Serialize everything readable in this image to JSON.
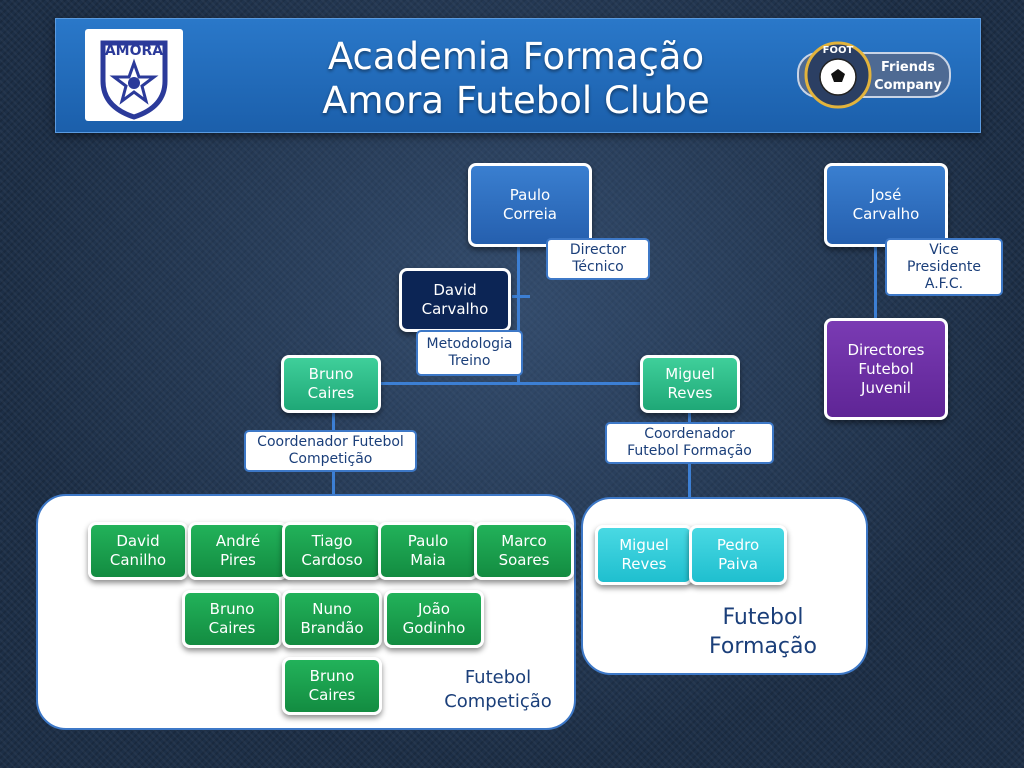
{
  "header": {
    "title_line1": "Academia Formação",
    "title_line2": "Amora Futebol Clube",
    "logo_left_text": "AMORA",
    "logo_right_top": "FOOT",
    "logo_right_line1": "Friends",
    "logo_right_line2": "Company"
  },
  "nodes": {
    "paulo_correia": "Paulo\nCorreia",
    "jose_carvalho": "José\nCarvalho",
    "david_carvalho": "David\nCarvalho",
    "directores": "Directores\nFutebol\nJuvenil",
    "bruno_caires": "Bruno\nCaires",
    "miguel_reves": "Miguel\nReves"
  },
  "tags": {
    "director_tecnico": "Director\nTécnico",
    "vice_presidente": "Vice\nPresidente\nA.F.C.",
    "metodologia": "Metodologia\nTreino",
    "coord_competicao": "Coordenador Futebol\nCompetição",
    "coord_formacao": "Coordenador\nFutebol Formação"
  },
  "competicao": {
    "label": "Futebol\nCompetição",
    "row1": [
      "David\nCanilho",
      "André\nPires",
      "Tiago\nCardoso",
      "Paulo\nMaia",
      "Marco\nSoares"
    ],
    "row2": [
      "Bruno\nCaires",
      "Nuno\nBrandão",
      "João\nGodinho"
    ],
    "row3": [
      "Bruno\nCaires"
    ]
  },
  "formacao": {
    "label": "Futebol\nFormação",
    "members": [
      "Miguel\nReves",
      "Pedro\nPaiva"
    ]
  }
}
